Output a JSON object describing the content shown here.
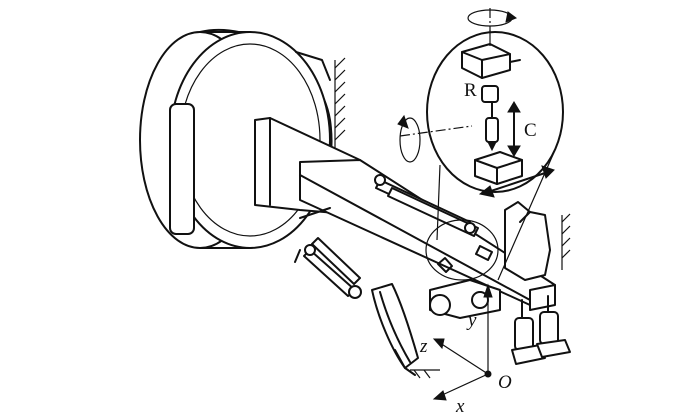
{
  "labels": {
    "r": "R",
    "c": "C",
    "y": "y",
    "z": "z",
    "o": "O",
    "x": "x"
  },
  "colors": {
    "ink": "#111111",
    "background": "#ffffff"
  }
}
